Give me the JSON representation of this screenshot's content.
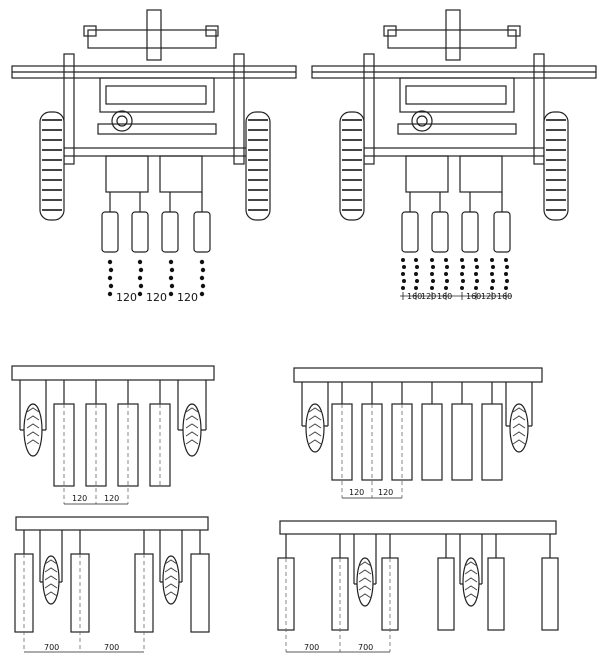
{
  "top_left": {
    "spacing_labels": [
      "120",
      "120",
      "120"
    ]
  },
  "top_right": {
    "small_labels": [
      "160",
      "120",
      "160",
      "160",
      "120",
      "160"
    ]
  },
  "panel_a": {
    "labels": [
      "120",
      "120"
    ]
  },
  "panel_b": {
    "labels": [
      "120",
      "120"
    ]
  },
  "panel_c": {
    "labels": [
      "700",
      "700"
    ]
  },
  "panel_d": {
    "labels": [
      "700",
      "700"
    ]
  },
  "colors": {
    "line": "#222222",
    "light": "#555555",
    "background": "#ffffff"
  }
}
